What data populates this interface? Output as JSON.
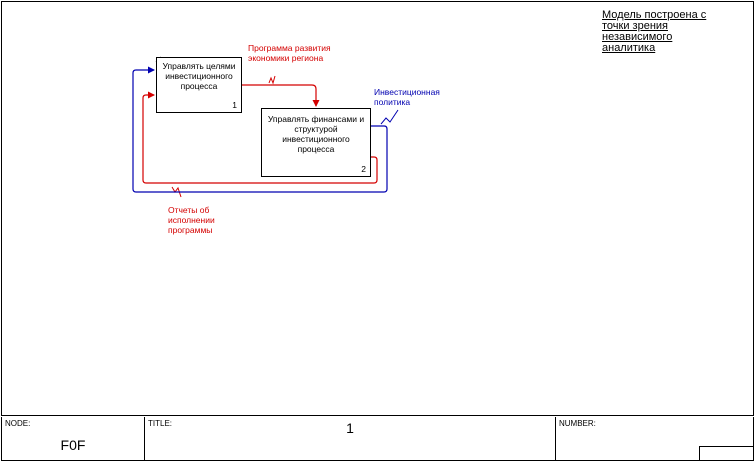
{
  "note": "Модель построена с точки зрения независимого аналитика",
  "boxes": [
    {
      "title": "Управлять целями инвестиционного процесса",
      "number": "1"
    },
    {
      "title": "Управлять финансами и структурой инвестиционного процесса",
      "number": "2"
    }
  ],
  "arrows": {
    "program": "Программа развития экономики региона",
    "policy": "Инвестиционная политика",
    "reports": "Отчеты об исполнении программы"
  },
  "colors": {
    "control": "#d40000",
    "policy": "#0000b0"
  },
  "footer": {
    "node_label": "NODE:",
    "node_value": "F0F",
    "title_label": "TITLE:",
    "title_value": "1",
    "number_label": "NUMBER:"
  }
}
